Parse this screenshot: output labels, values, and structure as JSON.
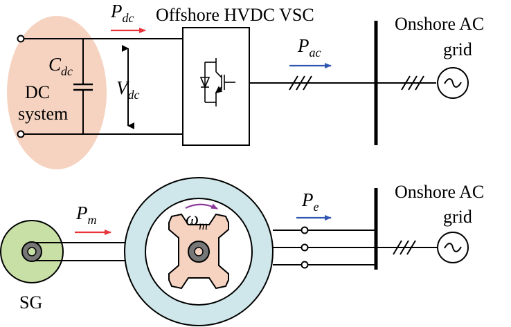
{
  "top": {
    "converter_label": "Offshore HVDC VSC",
    "grid_label_line1": "Onshore AC",
    "grid_label_line2": "grid",
    "dc_system_line1": "DC",
    "dc_system_line2": "system",
    "pdc": {
      "main": "P",
      "sub": "dc"
    },
    "cdc": {
      "main": "C",
      "sub": "dc"
    },
    "vdc": {
      "main": "V",
      "sub": "dc"
    },
    "pac": {
      "main": "P",
      "sub": "ac"
    }
  },
  "bottom": {
    "generator_label": "SG",
    "grid_label_line1": "Onshore AC",
    "grid_label_line2": "grid",
    "pm": {
      "main": "P",
      "sub": "m"
    },
    "omega": {
      "main": "ω",
      "sub": "m"
    },
    "pe": {
      "main": "P",
      "sub": "e"
    }
  },
  "colors": {
    "dc_system_fill": "#f6d3c1",
    "stator_fill": "#cfe7ea",
    "rotor_fill": "#f6d3c1",
    "generator_fill": "#c8e0a6",
    "arrow_red": "#e8333a",
    "arrow_blue": "#2f56b0",
    "arrow_purple": "#8b3a9a",
    "shaft_gray": "#777777"
  },
  "icons": {
    "ac_source": "tilde-in-circle-icon",
    "capacitor": "capacitor-icon",
    "igbt": "igbt-diode-icon"
  }
}
